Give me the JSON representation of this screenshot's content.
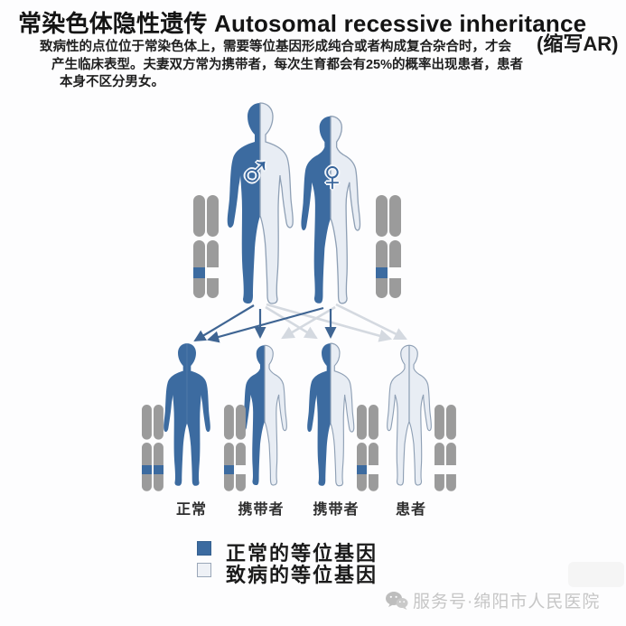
{
  "title": {
    "main": "常染色体隐性遗传 Autosomal recessive inheritance",
    "abbr": "(缩写AR)"
  },
  "description": {
    "line1": "致病性的点位位于常染色体上，需要等位基因形成纯合或者构成复合杂合时，才会",
    "line2": "产生临床表型。夫妻双方常为携带者，每次生育都会有25%的概率出现患者，患者",
    "line3": "本身不区分男女。"
  },
  "parents": {
    "father": {
      "symbol": "♂",
      "status": "carrier",
      "alleles": [
        "normal",
        "disease"
      ]
    },
    "mother": {
      "symbol": "♀",
      "status": "carrier",
      "alleles": [
        "normal",
        "disease"
      ]
    }
  },
  "children": {
    "labels": [
      "正常",
      "携带者",
      "携带者",
      "患者"
    ],
    "alleles": [
      [
        "normal",
        "normal"
      ],
      [
        "normal",
        "disease"
      ],
      [
        "normal",
        "disease"
      ],
      [
        "disease",
        "disease"
      ]
    ],
    "probability_note": "25%"
  },
  "legend": {
    "items": [
      {
        "label": "正常的等位基因",
        "color": "#3c6ba0"
      },
      {
        "label": "致病的等位基因",
        "color": "#eef1f6"
      }
    ]
  },
  "watermark": {
    "icon": "wechat-icon",
    "text": "服务号·绵阳市人民医院"
  },
  "colors": {
    "allele_normal": "#3c6ba0",
    "allele_disease": "#eef1f6",
    "body_blue": "#3c6ba0",
    "body_light": "#e8edf4",
    "body_outline": "#8fa0b5",
    "chromosome_gray": "#9b9b9b",
    "arrow_dark": "#3f6593",
    "arrow_light": "#d4d9e0"
  }
}
